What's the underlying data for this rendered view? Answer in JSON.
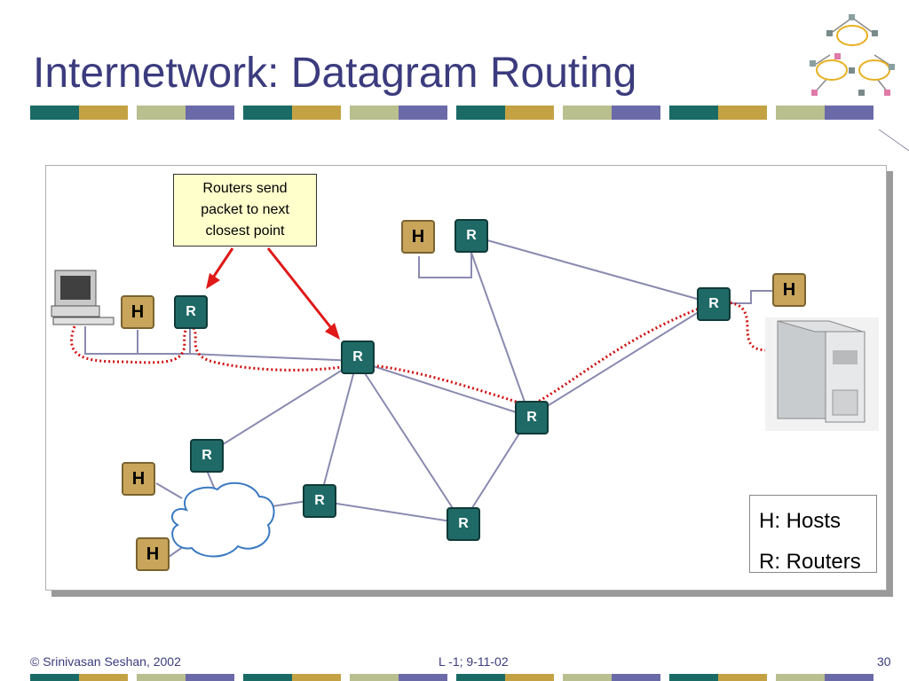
{
  "slide": {
    "title": "Internetwork: Datagram Routing",
    "callout": [
      "Routers send",
      "packet to next",
      "closest point"
    ],
    "legend": [
      "H: Hosts",
      "R: Routers"
    ],
    "footer": {
      "left": "© Srinivasan Seshan, 2002",
      "center": "L -1; 9-11-02",
      "page": "30"
    }
  },
  "nodes": {
    "host": "H",
    "router": "R"
  },
  "colors": {
    "title": "#3b3b7e",
    "bar": [
      "#1a6b66",
      "#c4a244",
      "#b9bf8e",
      "#6b6aa8"
    ],
    "router": "#1f6a67",
    "host": "#c8a55a",
    "link": "#8a8ab0",
    "path": "#d01010",
    "arrow": "#e01818"
  }
}
